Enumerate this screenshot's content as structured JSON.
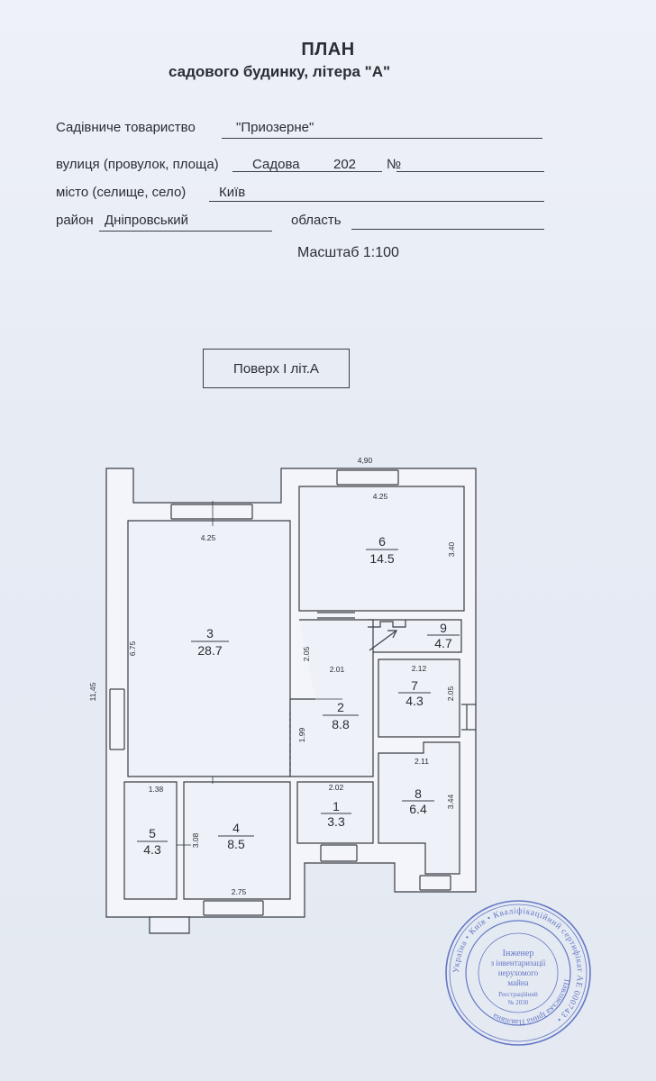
{
  "header": {
    "title": "ПЛАН",
    "subtitle": "садового будинку, літера \"А\""
  },
  "form": {
    "society_label": "Садівниче товариство",
    "society_value": "\"Приозерне\"",
    "street_label": "вулиця (провулок, площа)",
    "street_value": "Садова",
    "street_number": "202",
    "number_label": "№",
    "city_label": "місто (селище, село)",
    "city_value": "Київ",
    "district_label": "район",
    "district_value": "Дніпровський",
    "region_label": "область",
    "scale": "Масштаб 1:100"
  },
  "floor": {
    "label": "Поверх  І літ.А"
  },
  "plan": {
    "rooms": [
      {
        "id": "1",
        "area": "3.3"
      },
      {
        "id": "2",
        "area": "8.8"
      },
      {
        "id": "3",
        "area": "28.7"
      },
      {
        "id": "4",
        "area": "8.5"
      },
      {
        "id": "5",
        "area": "4.3"
      },
      {
        "id": "6",
        "area": "14.5"
      },
      {
        "id": "7",
        "area": "4.3"
      },
      {
        "id": "8",
        "area": "6.4"
      },
      {
        "id": "9",
        "area": "4.7"
      }
    ],
    "dimensions": {
      "top_overall": "4,90",
      "left_overall": "11,45",
      "room6_width": "4.25",
      "room6_height": "3.40",
      "room3_width": "4.25",
      "room3_height": "6.75",
      "room2_height_upper": "2.05",
      "room2_width": "2.01",
      "room2_height_lower": "1.99",
      "room1_width": "2.02",
      "room7_width": "2.12",
      "room7_height": "2.05",
      "room8_width": "2.11",
      "room8_height": "3.44",
      "room5_width": "1.38",
      "room4_height": "3.08",
      "room4_width": "2.75"
    }
  },
  "stamp": {
    "line1": "Інженер",
    "line2": "з інвентаризації",
    "line3": "нерухомого",
    "line4": "майна",
    "ring_text": "Україна • Київ • Кваліфікаційний сертифікат АЕ 000743 •",
    "name_text": "Павлівська Ірина Павлівна",
    "reg_label": "Реєстраційний",
    "reg_no": "№ 2030",
    "color": "#3f57b8"
  },
  "colors": {
    "ink": "#2a2d33",
    "wall_fill": "#f3f5fa",
    "paper": "#e7ecf5"
  }
}
